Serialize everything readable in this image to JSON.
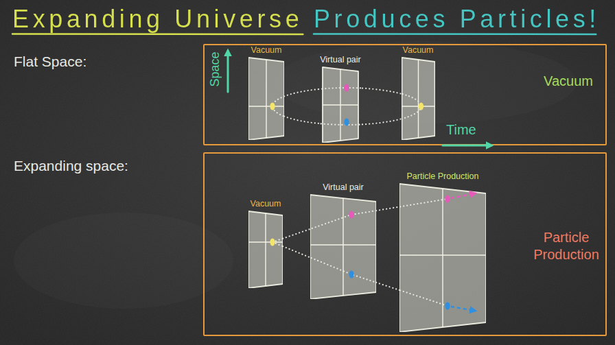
{
  "diagram": {
    "title": "Expanding Universe Produces Particles!",
    "nodes": [
      {
        "text": [
          "Vacuum"
        ]
      },
      {
        "text": [
          "Vacuum"
        ],
        "in": 0
      },
      {
        "text": [
          "Virtual pair"
        ],
        "in": 0
      },
      {
        "text": [
          "Vacuum"
        ],
        "in": 0
      },
      {
        "text": [
          "Particle Production"
        ]
      },
      {
        "text": [
          "Vacuum"
        ],
        "in": 4
      },
      {
        "text": [
          "Virtual pair"
        ],
        "in": 4
      },
      {
        "text": [
          "Particle Production"
        ],
        "in": 4
      }
    ],
    "edges": [
      {
        "from": 1,
        "to": 2,
        "arrow": "none"
      },
      {
        "from": 2,
        "to": 3,
        "arrow": "none"
      },
      {
        "from": 1,
        "to": 2,
        "arrow": "none"
      },
      {
        "from": 2,
        "to": 3,
        "arrow": "none"
      },
      {
        "from": 5,
        "to": 6,
        "arrow": "none"
      },
      {
        "from": 6,
        "to": 7,
        "arrow": "none"
      },
      {
        "from": 5,
        "to": 6,
        "arrow": "none"
      },
      {
        "from": 6,
        "to": 7,
        "arrow": "none"
      }
    ],
    "labels": [
      "Flat Space:",
      "Space",
      "Time",
      "Expanding space:"
    ]
  }
}
